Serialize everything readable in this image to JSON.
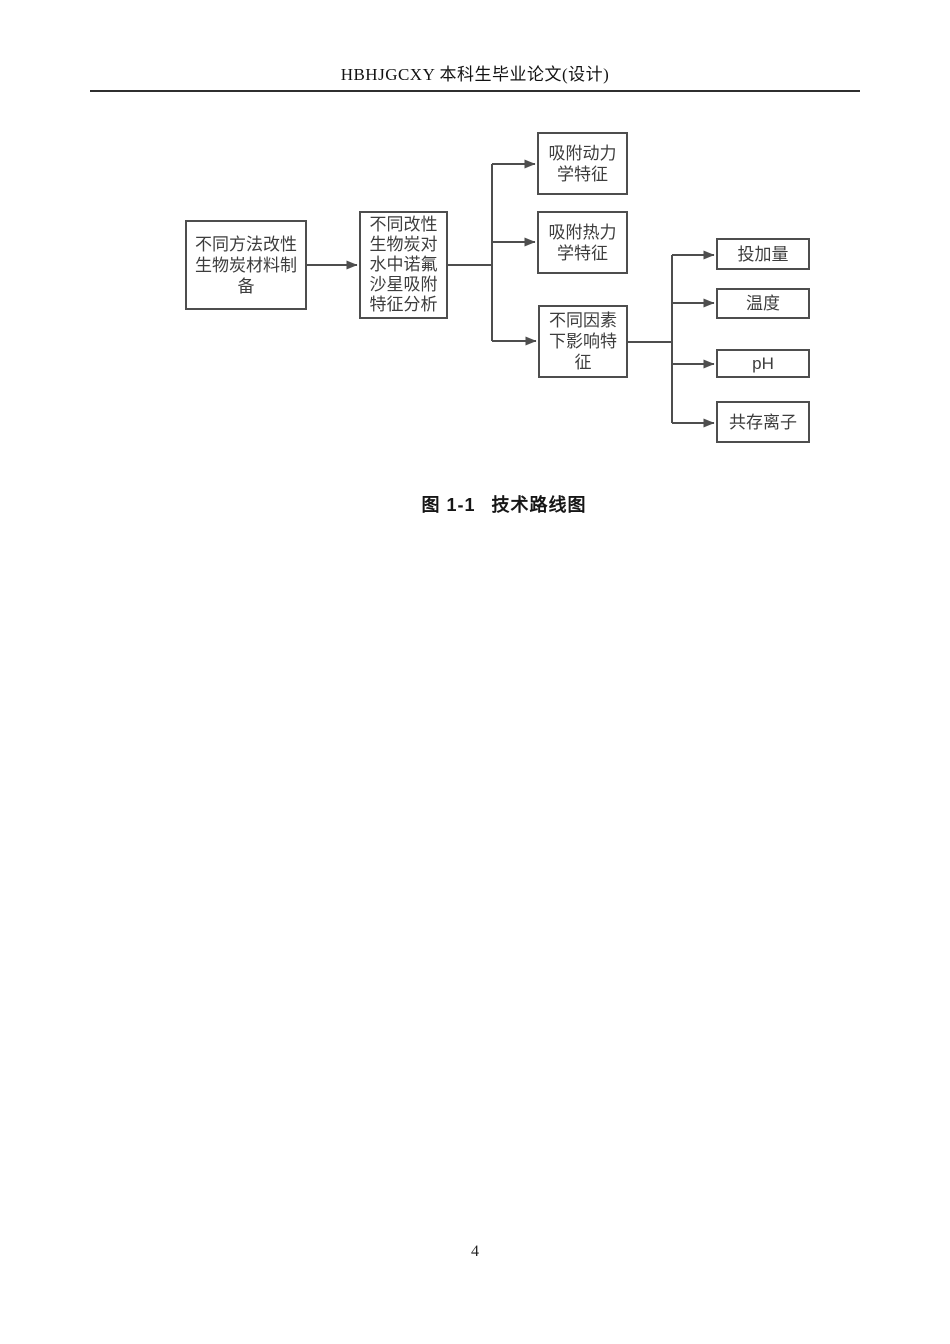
{
  "page": {
    "header_title": "HBHJGCXY 本科生毕业论文(设计)",
    "page_number": "4"
  },
  "figure_caption": {
    "label": "图 1-1",
    "title": "技术路线图"
  },
  "diagram": {
    "nodes": [
      {
        "id": "modified-biochar-preparation",
        "label": "不同方法改性\n生物炭材料制\n备"
      },
      {
        "id": "norfloxacin-adsorption-analysis",
        "label": "不同改性\n生物炭对\n水中诺氟\n沙星吸附\n特征分析"
      },
      {
        "id": "adsorption-kinetics",
        "label": "吸附动力\n学特征"
      },
      {
        "id": "adsorption-thermodynamics",
        "label": "吸附热力\n学特征"
      },
      {
        "id": "influencing-factors",
        "label": "不同因素\n下影响特\n征"
      },
      {
        "id": "dosage",
        "label": "投加量"
      },
      {
        "id": "temperature",
        "label": "温度"
      },
      {
        "id": "ph",
        "label": "pH"
      },
      {
        "id": "coexisting-ions",
        "label": "共存离子"
      }
    ]
  },
  "colors": {
    "box_border": "#4e4e4e",
    "box_text": "#3d3d3d",
    "connector": "#4e4e4e",
    "header_rule": "#2f2f2f",
    "page_background": "#ffffff"
  }
}
